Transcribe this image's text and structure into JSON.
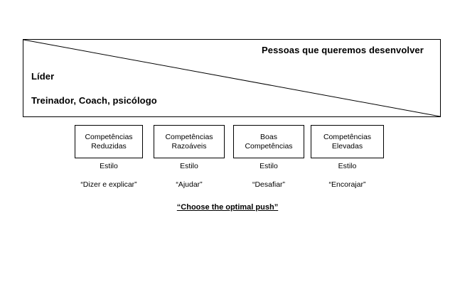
{
  "diagram": {
    "wedge": {
      "top_right_label": "Pessoas que queremos desenvolver",
      "leader_label": "Líder",
      "roles_label": "Treinador, Coach, psicólogo",
      "shape": "descending-diagonal-wedge"
    },
    "columns": [
      {
        "competency_line1": "Competências",
        "competency_line2": "Reduzidas",
        "style_label": "Estilo",
        "quote": "“Dizer e explicar”"
      },
      {
        "competency_line1": "Competências",
        "competency_line2": "Razoáveis",
        "style_label": "Estilo",
        "quote": "“Ajudar”"
      },
      {
        "competency_line1": "Boas",
        "competency_line2": "Competências",
        "style_label": "Estilo",
        "quote": "“Desafiar”"
      },
      {
        "competency_line1": "Competências",
        "competency_line2": "Elevadas",
        "style_label": "Estilo",
        "quote": "“Encorajar”"
      }
    ],
    "tagline": "“Choose the optimal push”",
    "colors": {
      "background": "#ffffff",
      "stroke": "#000000",
      "text": "#000000"
    }
  }
}
